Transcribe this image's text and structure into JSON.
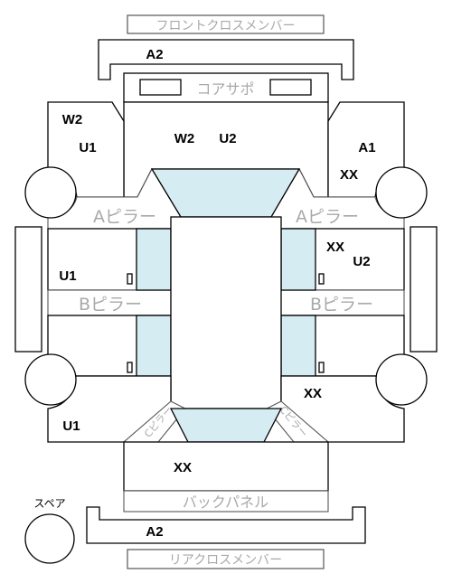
{
  "labels": {
    "front_cross_member": "フロントクロスメンバー",
    "core_support": "コアサポ",
    "a_pillar_left": "Aピラー",
    "a_pillar_right": "Aピラー",
    "b_pillar_left": "Bピラー",
    "b_pillar_right": "Bピラー",
    "c_pillar_left": "Cピラー",
    "c_pillar_right": "Cピラー",
    "back_panel": "バックパネル",
    "rear_cross_member": "リアクロスメンバー",
    "spare": "スペア"
  },
  "codes": {
    "front_cross_member_code": "A2",
    "front_left_fender_w": "W2",
    "front_left_fender_u": "U1",
    "hood_w": "W2",
    "hood_u": "U2",
    "front_right_fender_a": "A1",
    "front_right_fender_x": "XX",
    "right_front_door_x": "XX",
    "right_front_door_u": "U2",
    "left_front_door_u": "U1",
    "right_rear_quarter_x": "XX",
    "left_rear_quarter_u": "U1",
    "trunk_x": "XX",
    "rear_cross_member_code": "A2"
  },
  "colors": {
    "glass": "#d6ecf3",
    "outline": "#000000",
    "label_gray": "#a9a9a9"
  },
  "icons": {
    "tire": "tire-icon",
    "door_handle": "door-handle-icon"
  }
}
